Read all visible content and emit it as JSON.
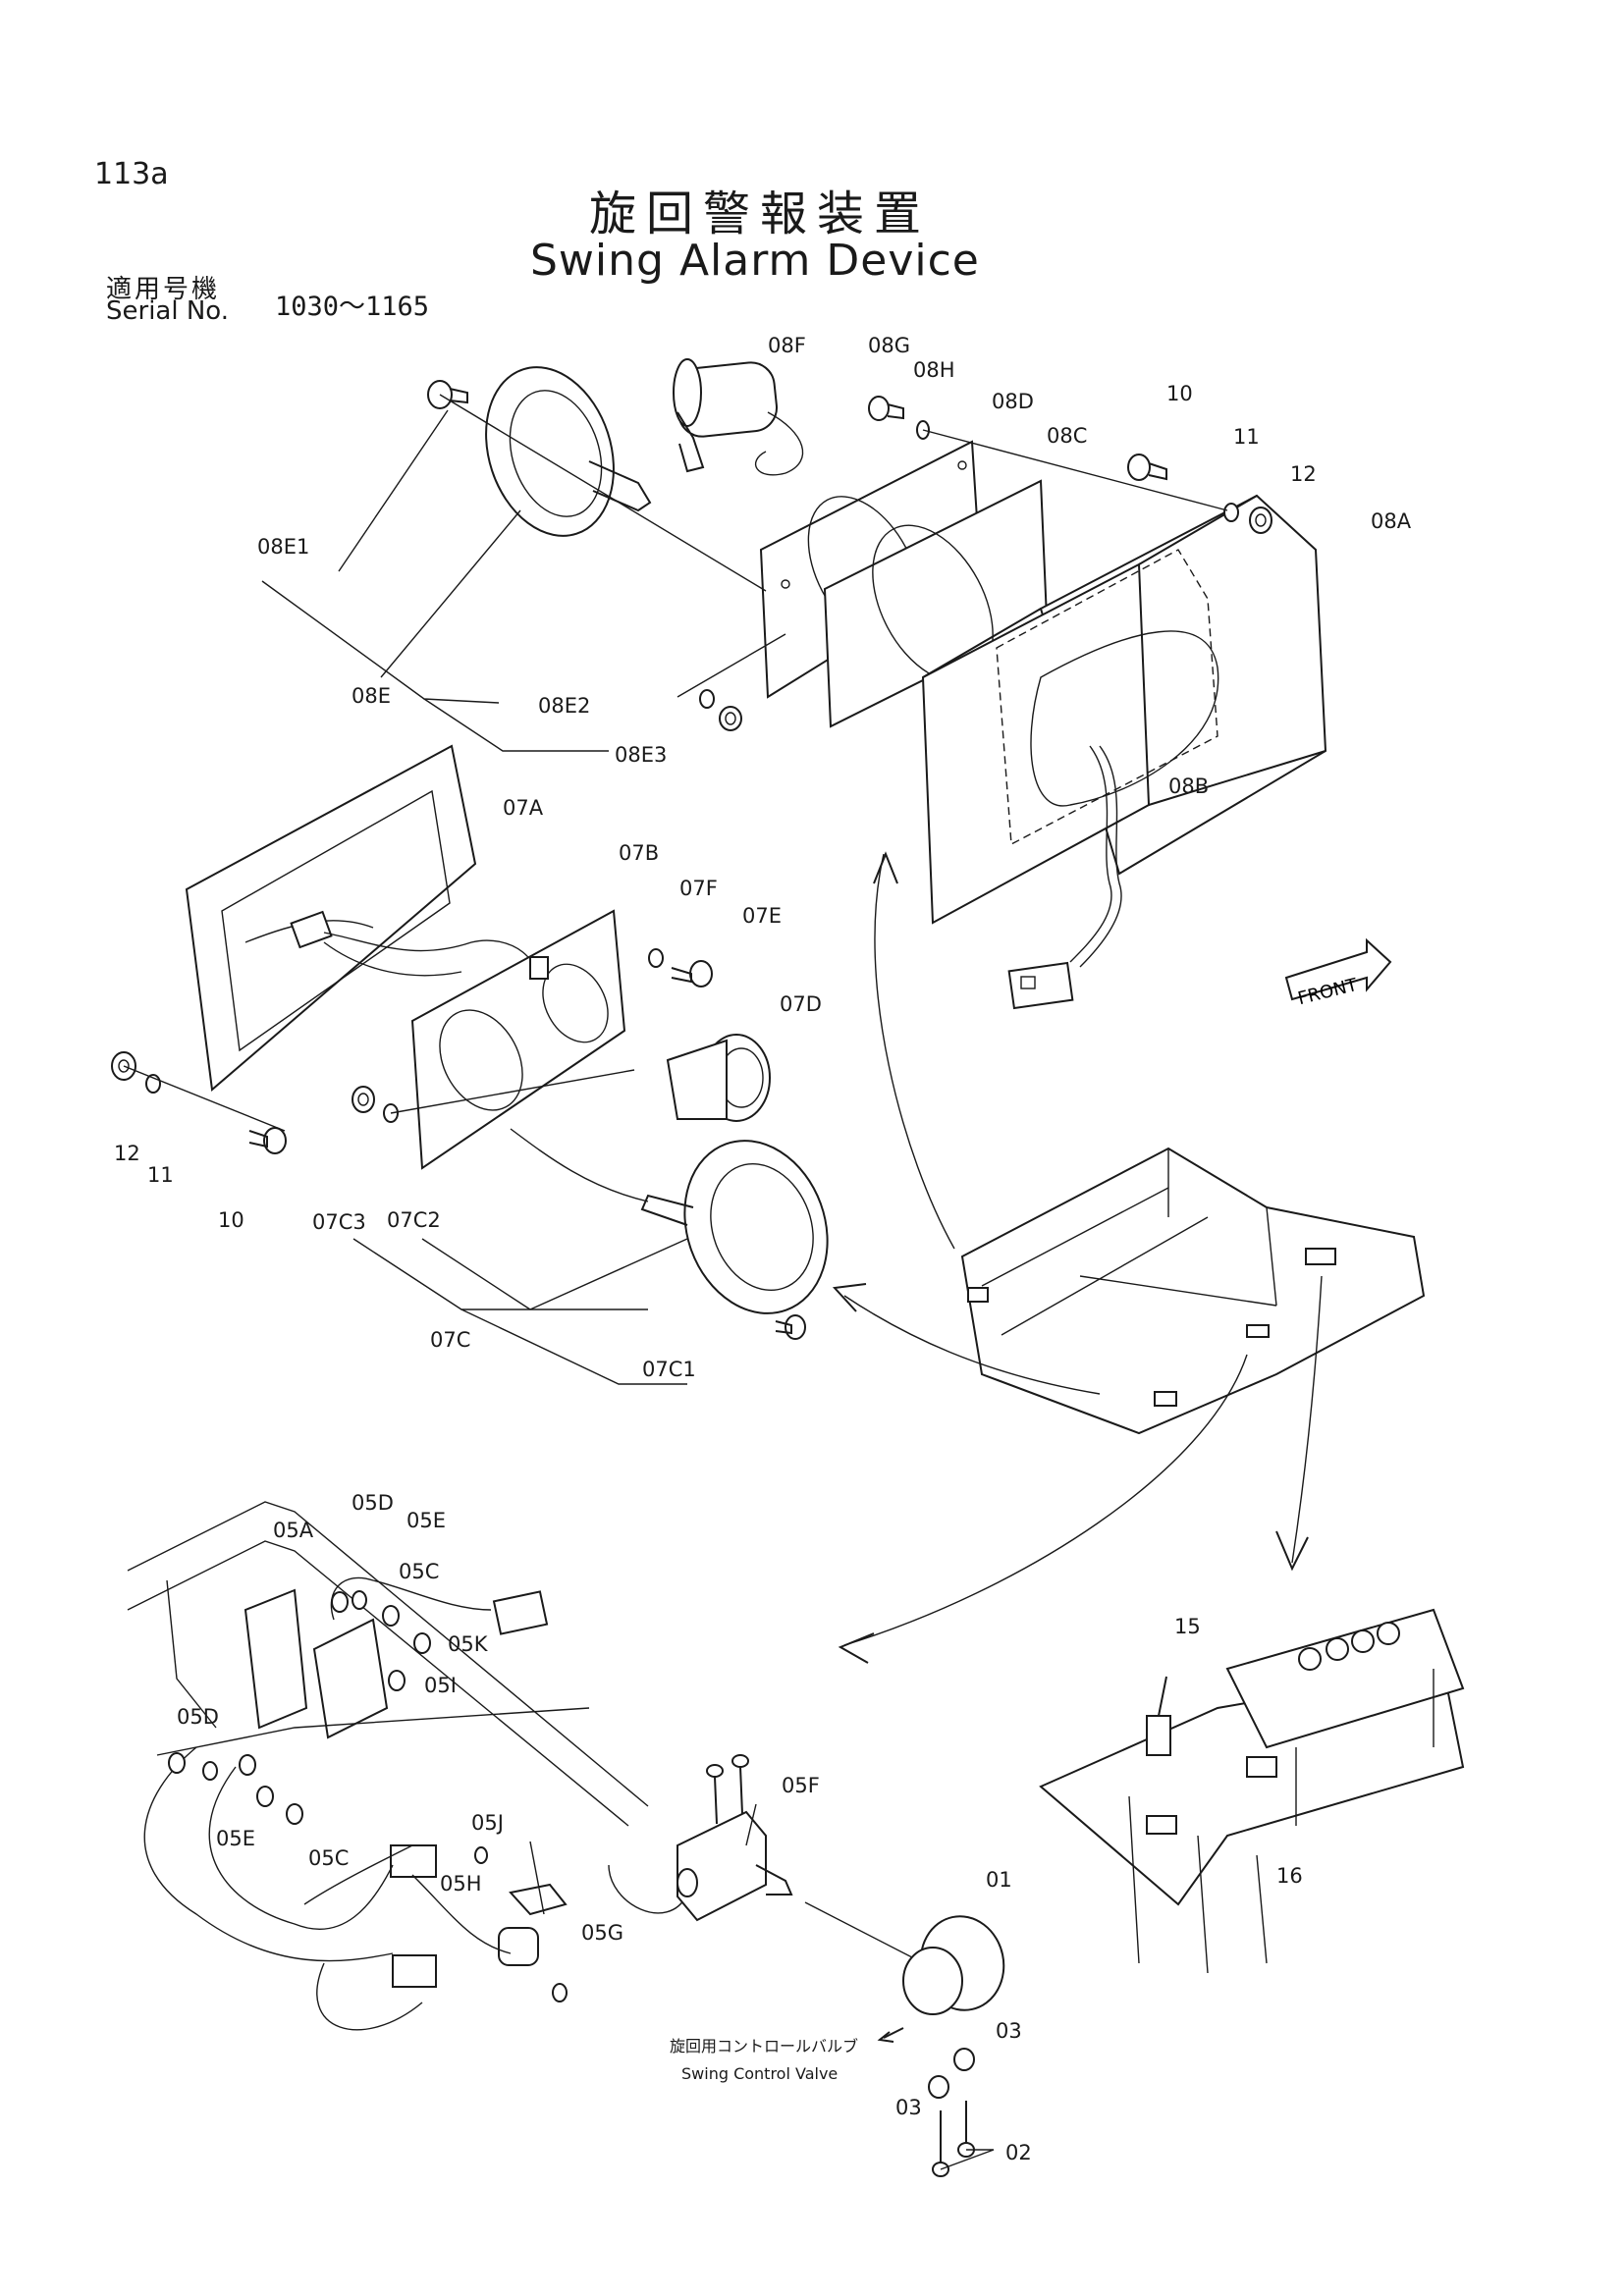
{
  "page_number": "113a",
  "title_jp": "旋回警報装置",
  "title_en": "Swing Alarm Device",
  "serial": {
    "label_jp": "適用号機",
    "label_en": "Serial No.",
    "range": "1030～1165"
  },
  "front_label": "FRONT",
  "control_valve": {
    "label_jp": "旋回用コントロールバルブ",
    "label_en": "Swing Control Valve"
  },
  "callouts": {
    "c08F": "08F",
    "c08G": "08G",
    "c08H": "08H",
    "c08D": "08D",
    "c08C": "08C",
    "c10a": "10",
    "c11a": "11",
    "c12a": "12",
    "c08A": "08A",
    "c08E1": "08E1",
    "c08E": "08E",
    "c08E2": "08E2",
    "c08E3": "08E3",
    "c08B": "08B",
    "c07A": "07A",
    "c07B": "07B",
    "c07F": "07F",
    "c07E": "07E",
    "c07D": "07D",
    "c12b": "12",
    "c11b": "11",
    "c10b": "10",
    "c07C3": "07C3",
    "c07C2": "07C2",
    "c07C": "07C",
    "c07C1": "07C1",
    "c05A": "05A",
    "c05D1": "05D",
    "c05E1": "05E",
    "c05C1": "05C",
    "c05K": "05K",
    "c05I": "05I",
    "c05D2": "05D",
    "c05E2": "05E",
    "c05C2": "05C",
    "c05J": "05J",
    "c05H": "05H",
    "c05G": "05G",
    "c05F": "05F",
    "c01": "01",
    "c03a": "03",
    "c03b": "03",
    "c02": "02",
    "c15": "15",
    "c16": "16"
  }
}
